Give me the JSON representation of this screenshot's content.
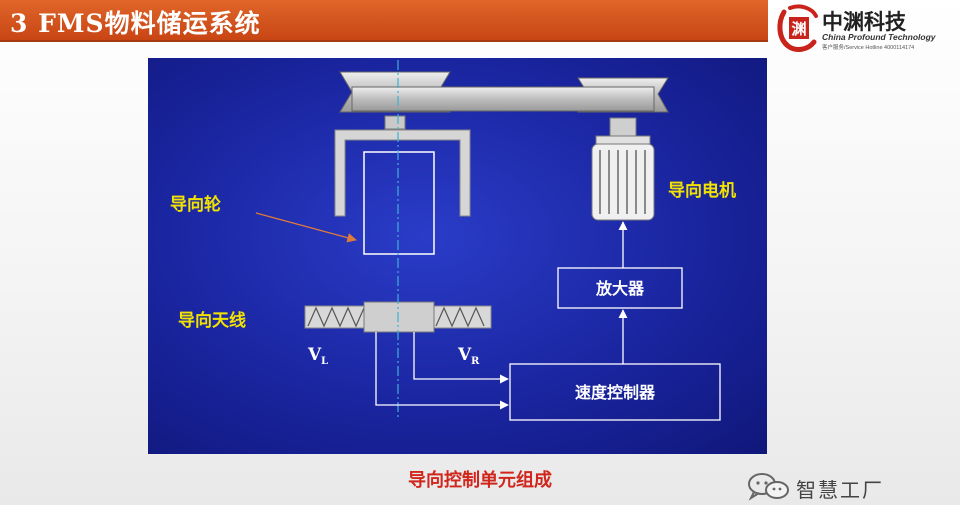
{
  "header": {
    "title": "3 FMS物料储运系统",
    "accent_color": "#d2501e"
  },
  "logo": {
    "icon": "dragon-seal-icon",
    "name": "中渊科技",
    "english": "China Profound Technology",
    "hotline": "客户服务/Service Hotline 4000114174"
  },
  "diagram": {
    "background_color": "#1c2aa8",
    "label_color": "#f2e200",
    "labels": {
      "guide_wheel": "导向轮",
      "guide_motor": "导向电机",
      "guide_antenna": "导向天线"
    },
    "boxes": {
      "amplifier": "放大器",
      "speed_controller": "速度控制器"
    },
    "signals": {
      "v_left": "V",
      "v_left_sub": "L",
      "v_right": "V",
      "v_right_sub": "R"
    }
  },
  "caption": "导向控制单元组成",
  "watermark": {
    "icon": "wechat-icon",
    "text": "智慧工厂"
  }
}
